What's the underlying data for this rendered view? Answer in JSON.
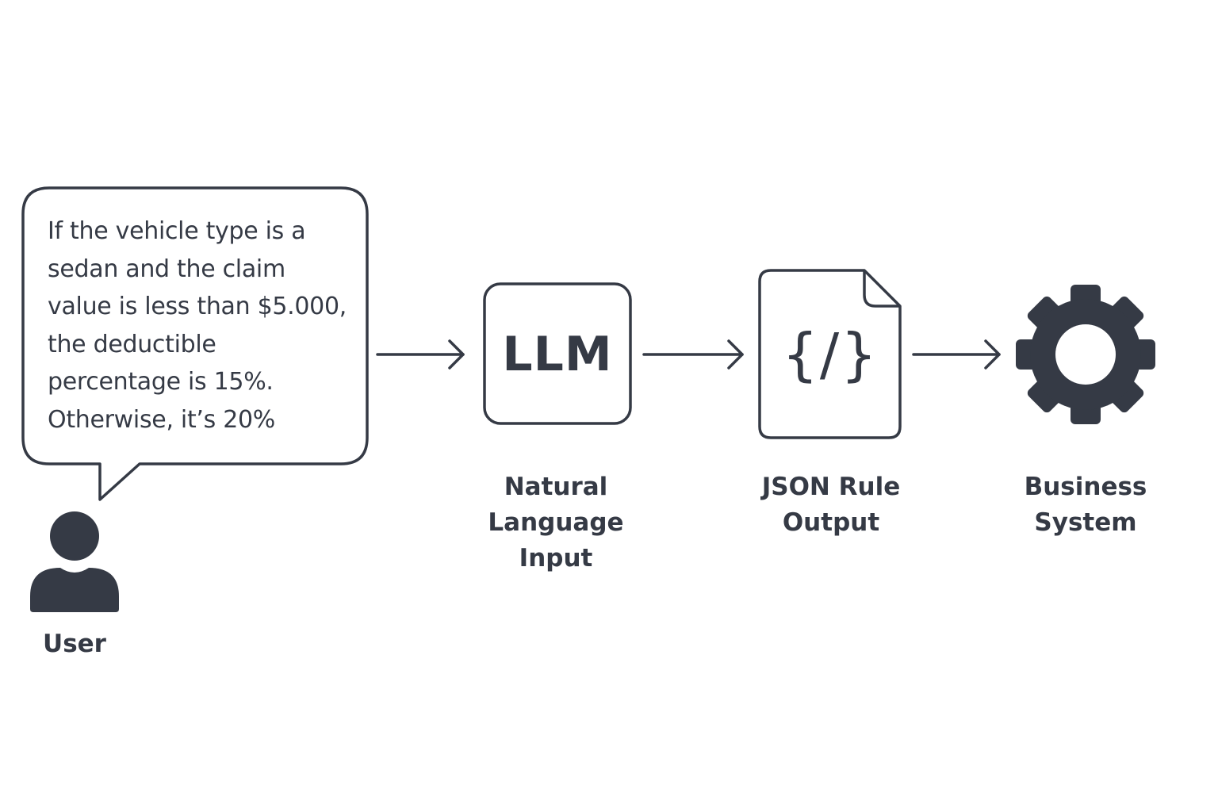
{
  "colors": {
    "ink": "#353a45",
    "background": "#ffffff"
  },
  "user": {
    "icon": "person-icon",
    "label": "User"
  },
  "speech_bubble": {
    "lines": [
      "If the vehicle type is a",
      "sedan and the claim",
      "value is less than $5.000,",
      "the deductible",
      "percentage is 15%.",
      "Otherwise, it’s 20%"
    ]
  },
  "steps": [
    {
      "icon": "llm-box-icon",
      "icon_text": "LLM",
      "caption_lines": [
        "Natural",
        "Language",
        "Input"
      ]
    },
    {
      "icon": "json-file-icon",
      "icon_text": "{/}",
      "caption_lines": [
        "JSON Rule",
        "Output"
      ]
    },
    {
      "icon": "gear-icon",
      "caption_lines": [
        "Business",
        "System"
      ]
    }
  ]
}
